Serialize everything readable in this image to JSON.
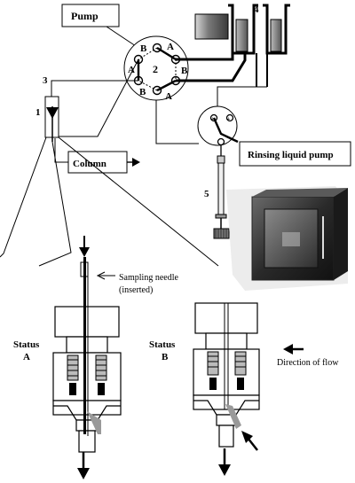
{
  "labels": {
    "pump": "Pump",
    "column": "Column",
    "rinsing_liquid_pump": "Rinsing liquid pump",
    "sampling_needle_line1": "Sampling needle",
    "sampling_needle_line2": "(inserted)",
    "status_a_line1": "Status",
    "status_a_line2": "A",
    "status_b_line1": "Status",
    "status_b_line2": "B",
    "direction_of_flow": "Direction of flow"
  },
  "callouts": [
    "1",
    "2",
    "3",
    "4",
    "5"
  ],
  "valve_ports": [
    "A",
    "B",
    "A",
    "B",
    "A",
    "B"
  ],
  "rinse_valve_port_marks": [
    "+",
    "+"
  ]
}
